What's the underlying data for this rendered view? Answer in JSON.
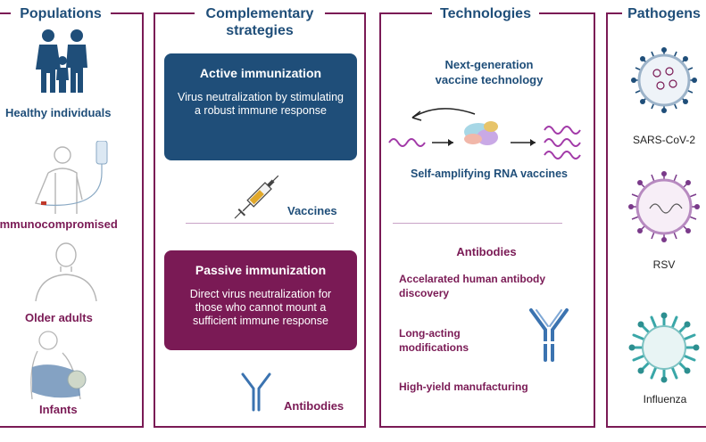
{
  "columns": {
    "populations": "Populations",
    "strategies": "Complementary\nstrategies",
    "technologies": "Technologies",
    "pathogens": "Pathogens"
  },
  "populations": {
    "healthy": "Healthy individuals",
    "immuno": "Immunocompromised",
    "older": "Older adults",
    "infants": "Infants"
  },
  "strategies": {
    "active_title": "Active immunization",
    "active_desc": "Virus neutralization by stimulating a robust immune response",
    "vaccines": "Vaccines",
    "passive_title": "Passive immunization",
    "passive_desc": "Direct virus neutralization for those who cannot mount a sufficient immune response",
    "antibodies": "Antibodies"
  },
  "technologies": {
    "nextgen": "Next-generation\nvaccine technology",
    "saRNA": "Self-amplifying RNA vaccines",
    "antibodies_title": "Antibodies",
    "discovery": "Accelarated human antibody\ndiscovery",
    "longacting": "Long-acting\nmodifications",
    "manufacturing": "High-yield manufacturing"
  },
  "pathogens": {
    "sars": "SARS-CoV-2",
    "rsv": "RSV",
    "flu": "Influenza"
  },
  "colors": {
    "navy": "#1f4e79",
    "plum": "#7a1a55",
    "purple_wave": "#a23aa8",
    "teal_flu": "#3aa7a8"
  }
}
